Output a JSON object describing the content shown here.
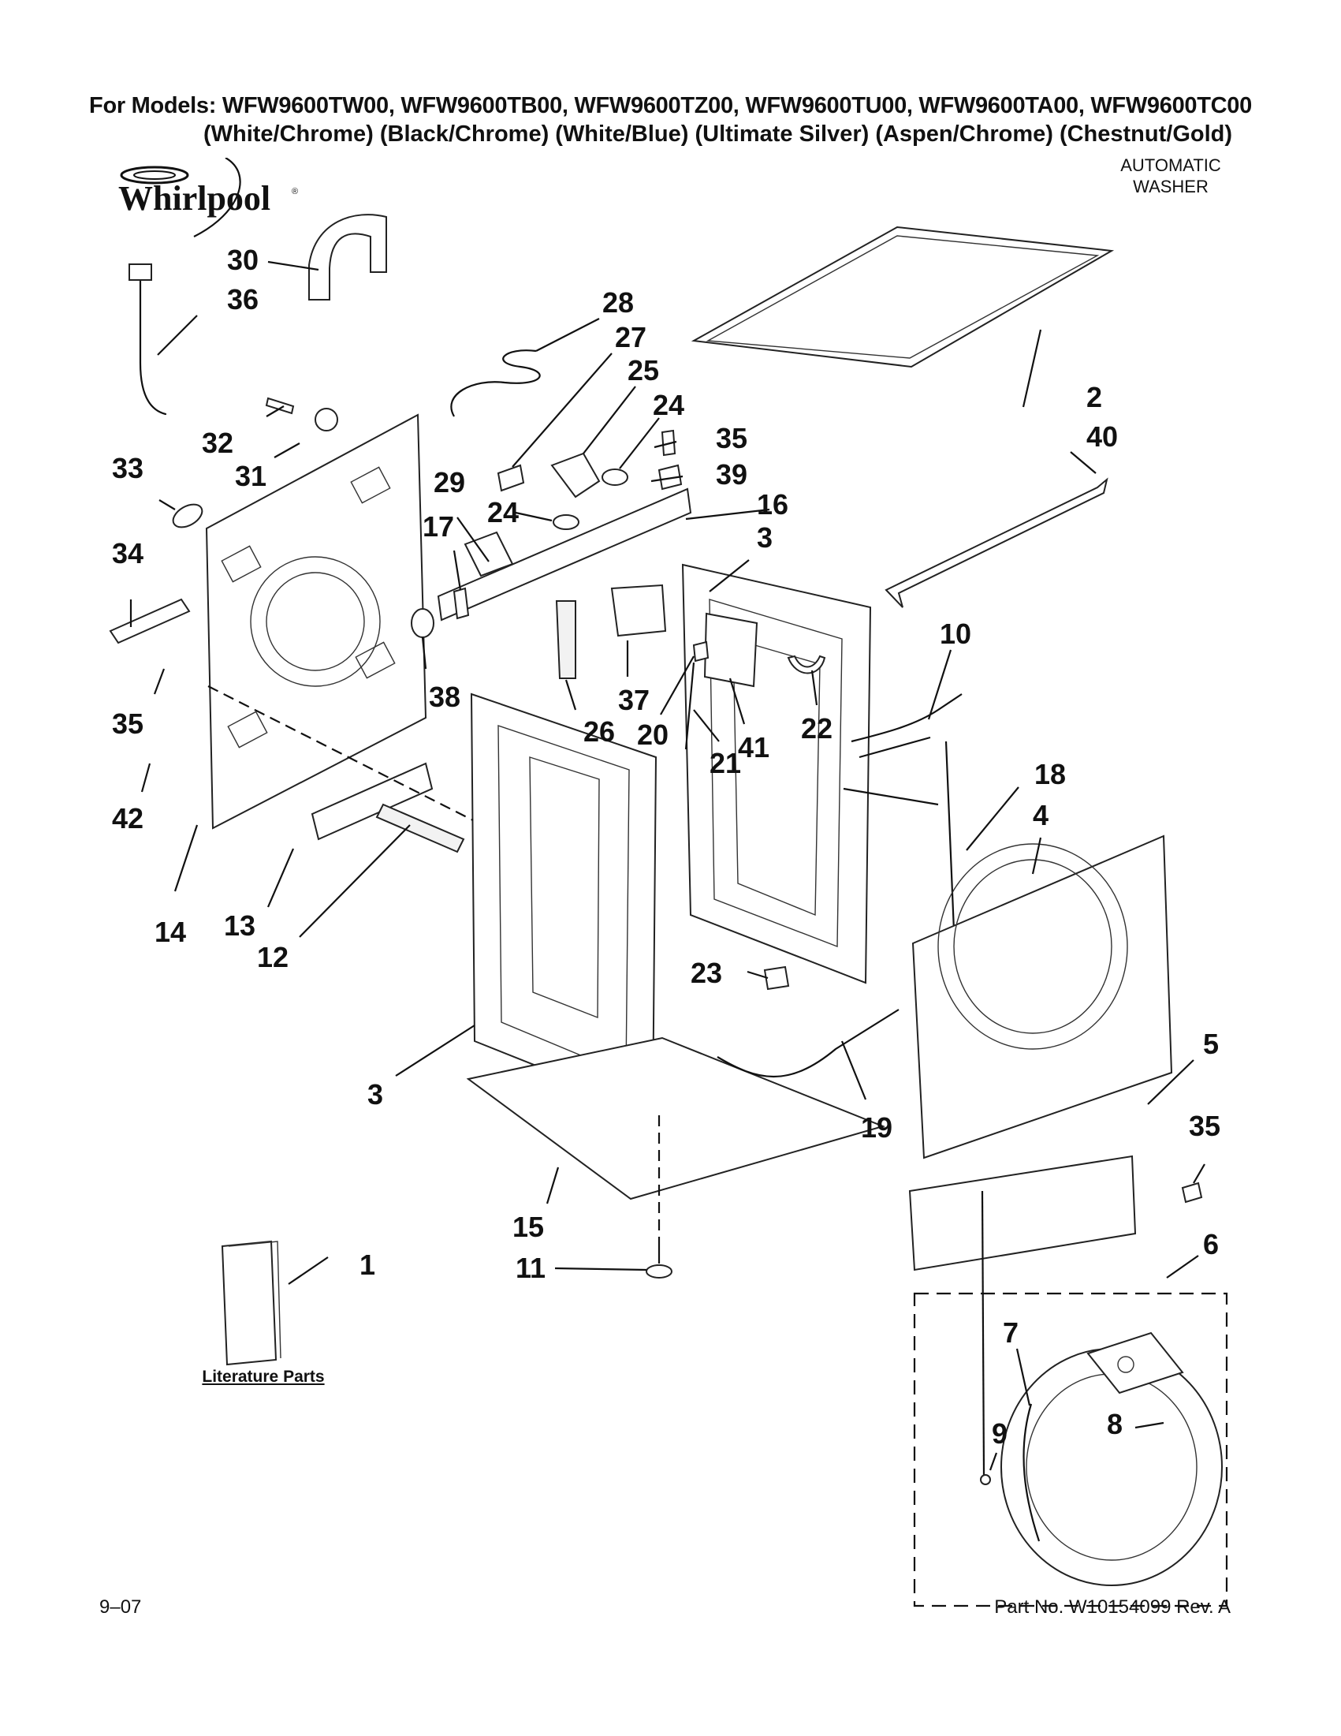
{
  "header": {
    "models": "For Models: WFW9600TW00, WFW9600TB00, WFW9600TZ00, WFW9600TU00, WFW9600TA00, WFW9600TC00",
    "colors": "(White/Chrome) (Black/Chrome)    (White/Blue)   (Ultimate Silver) (Aspen/Chrome) (Chestnut/Gold)"
  },
  "brand": {
    "name": "Whirlpool",
    "trademark": "®"
  },
  "product": {
    "line1": "AUTOMATIC",
    "line2": "WASHER"
  },
  "callouts": [
    "1",
    "2",
    "3",
    "3",
    "4",
    "5",
    "6",
    "7",
    "8",
    "9",
    "10",
    "11",
    "12",
    "13",
    "14",
    "15",
    "16",
    "17",
    "18",
    "19",
    "20",
    "21",
    "22",
    "23",
    "24",
    "24",
    "25",
    "26",
    "27",
    "28",
    "29",
    "30",
    "31",
    "32",
    "33",
    "34",
    "35",
    "35",
    "35",
    "36",
    "37",
    "38",
    "39",
    "40",
    "41",
    "42"
  ],
  "literature_label": "Literature Parts",
  "footer": {
    "date": "9–07",
    "part_number": "Part No. W10154099 Rev. A"
  }
}
